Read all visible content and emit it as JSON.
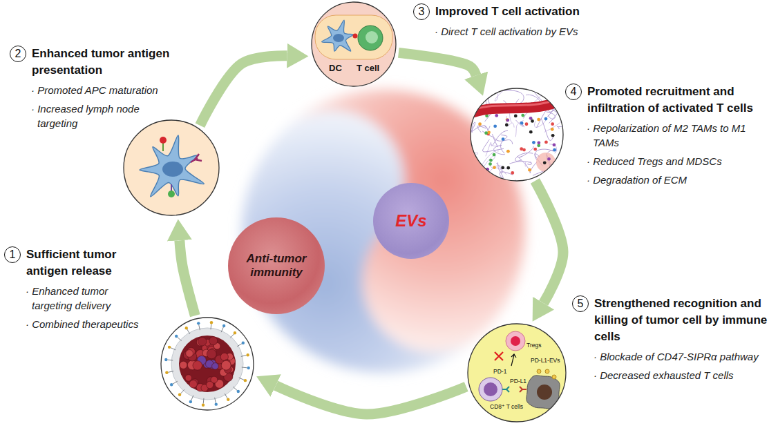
{
  "diagram": {
    "nodes": [
      {
        "text": [
          "1",
          "Sufficient tumor antigen release",
          "· Enhanced tumor targeting delivery",
          "· Combined therapeutics"
        ]
      },
      {
        "text": [
          "2",
          "Enhanced tumor antigen presentation",
          "· Promoted APC maturation",
          "· Increased lymph node targeting"
        ]
      },
      {
        "text": [
          "3",
          "Improved T cell activation",
          "· Direct T cell activation by EVs",
          "DC",
          "T cell"
        ]
      },
      {
        "text": [
          "4",
          "Promoted recruitment and infiltration of activated T cells",
          "· Repolarization of M2 TAMs to M1 TAMs",
          "· Reduced Tregs and MDSCs",
          "· Degradation of ECM"
        ]
      },
      {
        "text": [
          "5",
          "Strengthened recognition and killing of tumor cell by immune cells",
          "· Blockade of CD47-SIPRα pathway",
          "· Decreased exhausted T cells",
          "Tregs",
          "PD-1",
          "PD-L1",
          "PD-L1-EVs",
          "CD8⁺ T cells"
        ]
      },
      {
        "text": [
          "Anti-tumor immunity"
        ]
      },
      {
        "text": [
          "EVs"
        ]
      }
    ],
    "edges": [
      {
        "from": 0,
        "to": 1,
        "arrow": "to"
      },
      {
        "from": 1,
        "to": 2,
        "arrow": "to"
      },
      {
        "from": 2,
        "to": 3,
        "arrow": "to"
      },
      {
        "from": 3,
        "to": 4,
        "arrow": "to"
      },
      {
        "from": 4,
        "to": 0,
        "arrow": "to"
      }
    ]
  }
}
